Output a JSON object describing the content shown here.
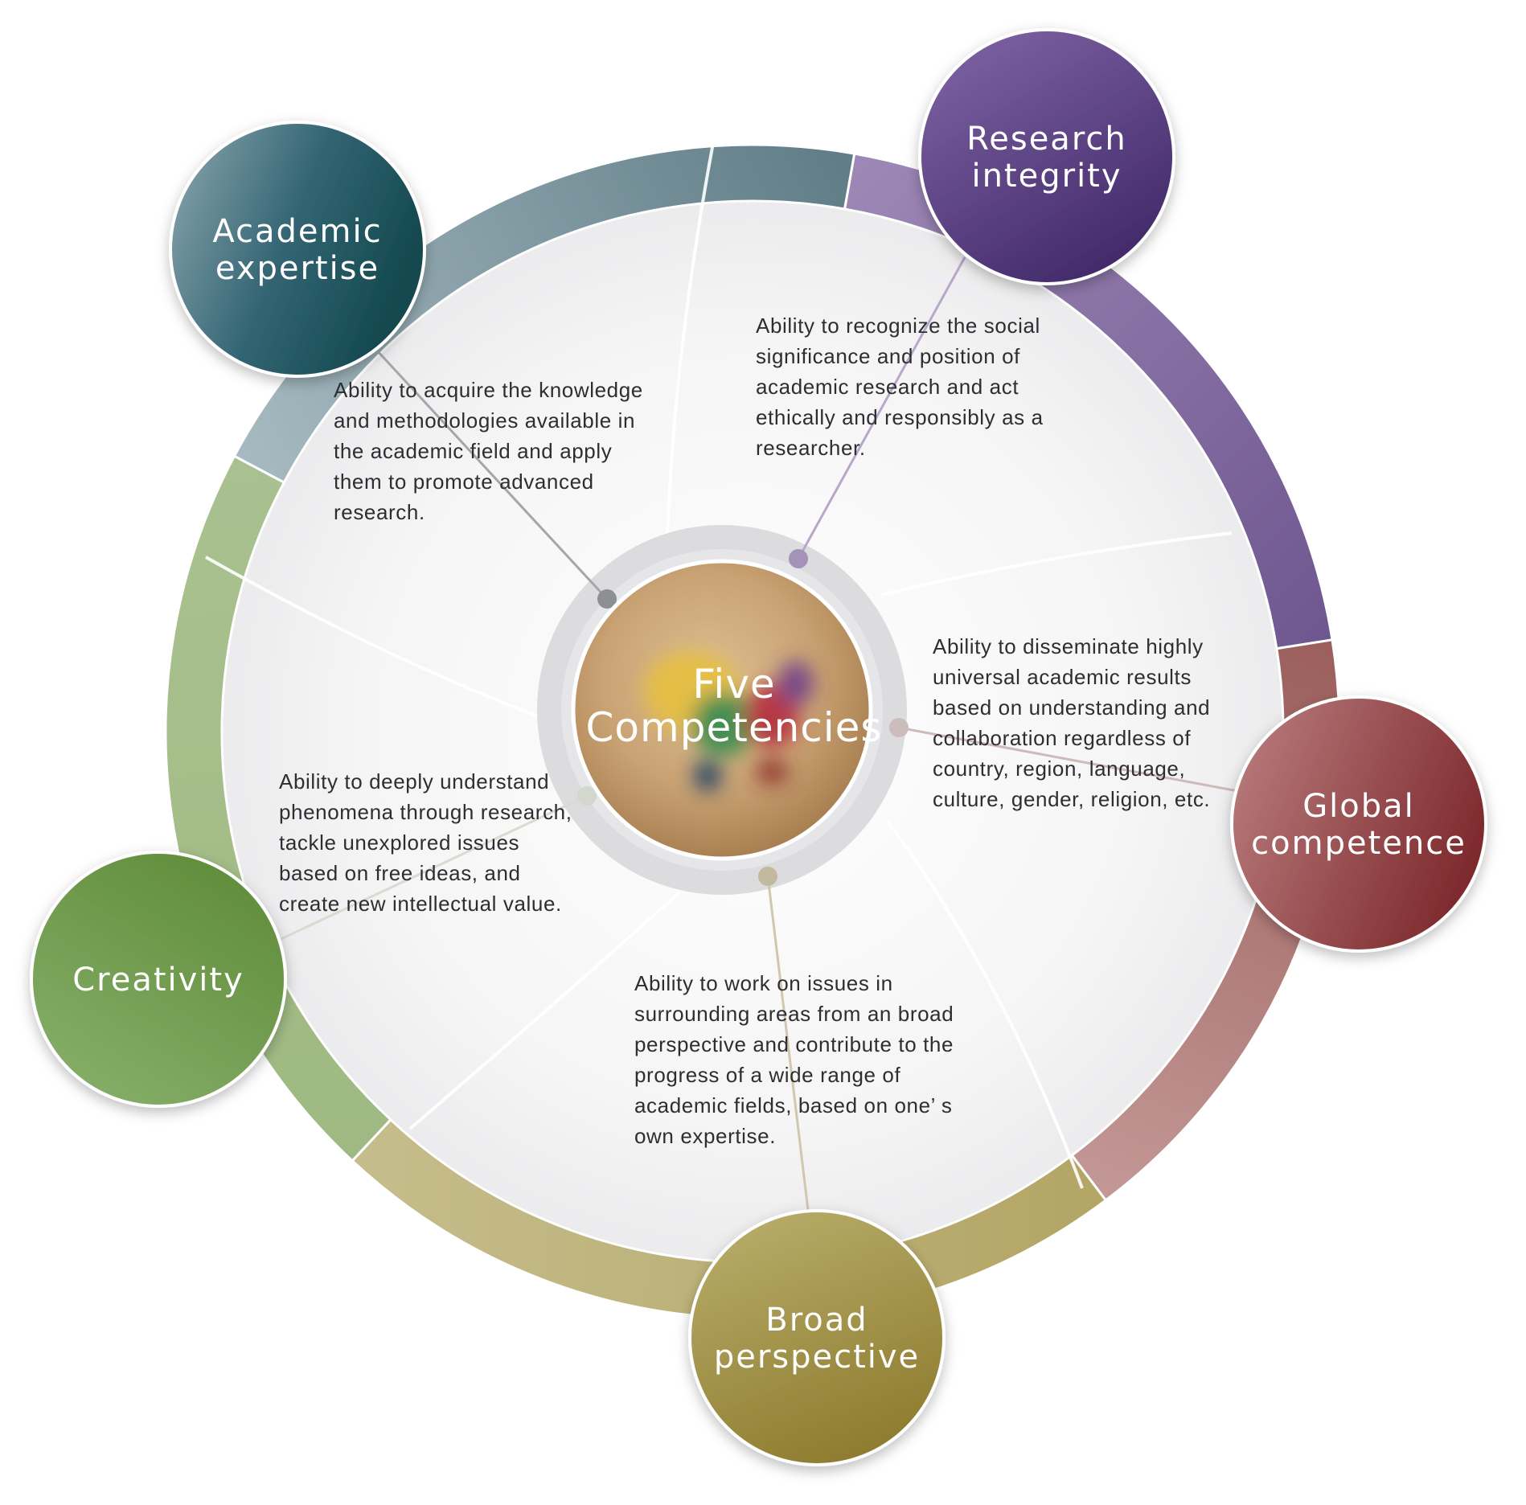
{
  "center": {
    "title_line1": "Five",
    "title_line2": "Competencies"
  },
  "competencies": [
    {
      "key": "academic-expertise",
      "label_lines": [
        "Academic",
        "expertise"
      ],
      "color": "#3d6b77",
      "description": [
        "Ability to acquire the knowledge",
        "and methodologies available in",
        "the academic field and apply",
        "them to promote advanced",
        "research."
      ]
    },
    {
      "key": "research-integrity",
      "label_lines": [
        "Research",
        "integrity"
      ],
      "color": "#5b3f84",
      "description": [
        "Ability to recognize the social",
        "significance and position of",
        "academic research and act",
        "ethically and responsibly as a",
        "researcher."
      ]
    },
    {
      "key": "global-competence",
      "label_lines": [
        "Global",
        "competence"
      ],
      "color": "#8e3d40",
      "description": [
        "Ability to disseminate highly",
        "universal academic results",
        "based on understanding and",
        "collaboration regardless of",
        "country, region, language,",
        "culture, gender, religion, etc."
      ]
    },
    {
      "key": "broad-perspective",
      "label_lines": [
        "Broad",
        "perspective"
      ],
      "color": "#9c8d42",
      "description": [
        "Ability to work on issues in",
        "surrounding areas from an broad",
        "perspective and contribute to the",
        "progress of a wide range of",
        "academic fields, based on one’ s",
        "own expertise."
      ]
    },
    {
      "key": "creativity",
      "label_lines": [
        "Creativity"
      ],
      "color": "#6c9a4a",
      "description": [
        "Ability to deeply understand",
        "phenomena through research,",
        "tackle unexplored issues",
        "based on free ideas, and",
        "create new intellectual value."
      ]
    }
  ]
}
